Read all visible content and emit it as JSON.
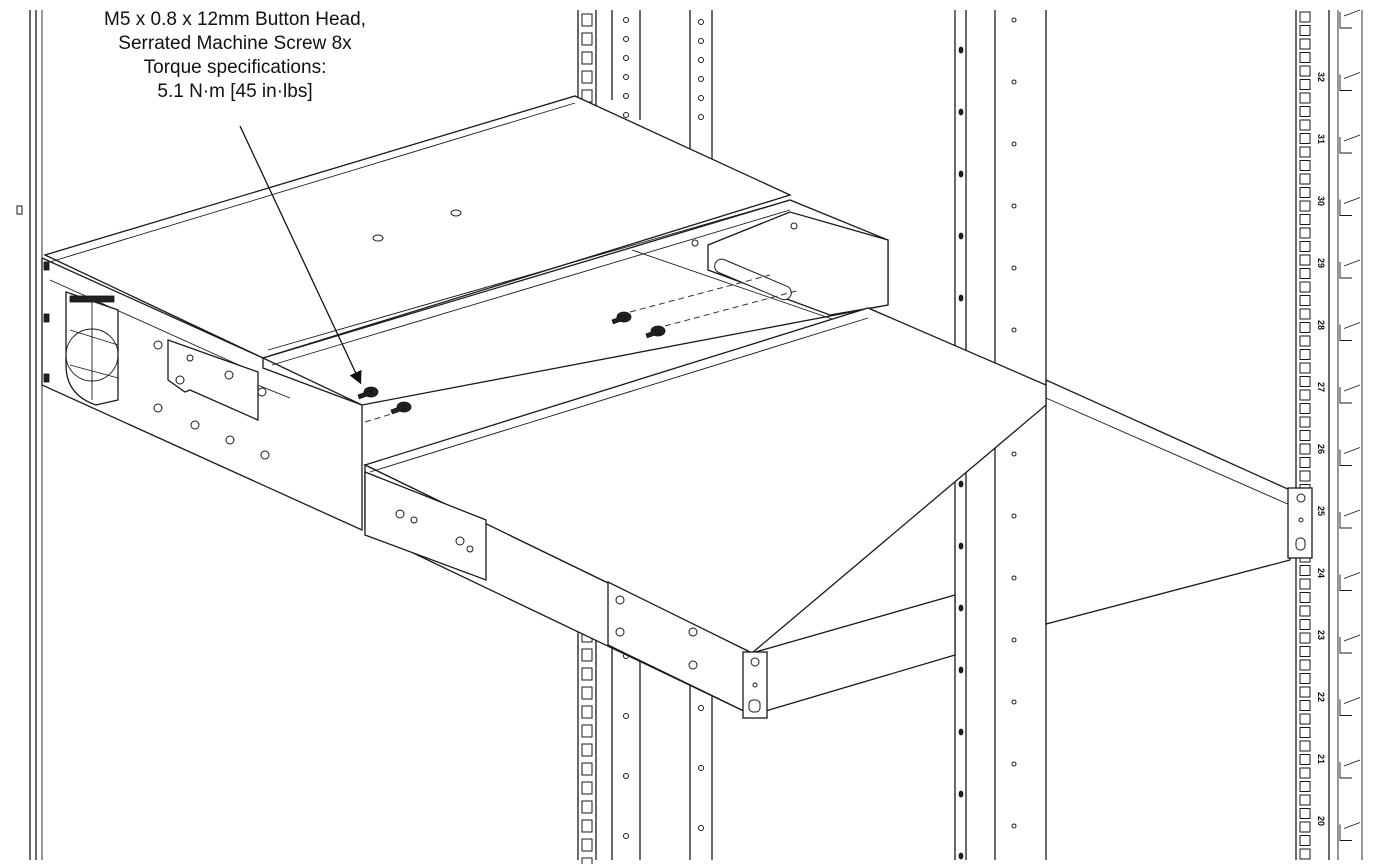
{
  "callout": {
    "line1": "M5 x 0.8 x 12mm Button Head,",
    "line2": "Serrated Machine Screw 8x",
    "line3": "Torque specifications:",
    "line4": "5.1 N·m [45 in·lbs]"
  },
  "rack_unit_labels": [
    "32",
    "31",
    "30",
    "29",
    "28",
    "27",
    "26",
    "25",
    "24",
    "23",
    "22",
    "21",
    "20"
  ]
}
